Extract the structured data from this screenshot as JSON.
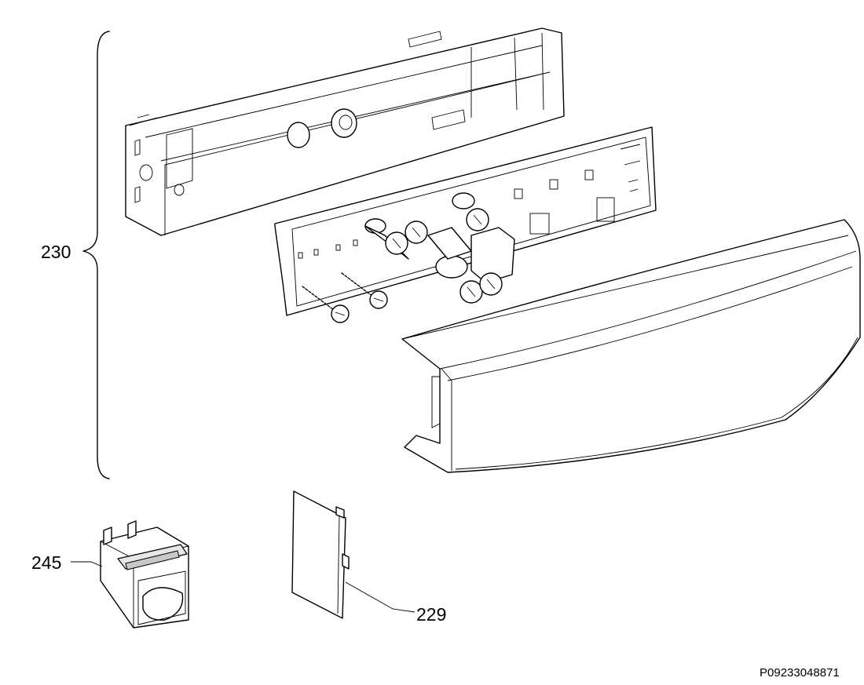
{
  "labels": {
    "assembly": "230",
    "switch": "245",
    "cover": "229"
  },
  "reference_code": "P09233048871"
}
